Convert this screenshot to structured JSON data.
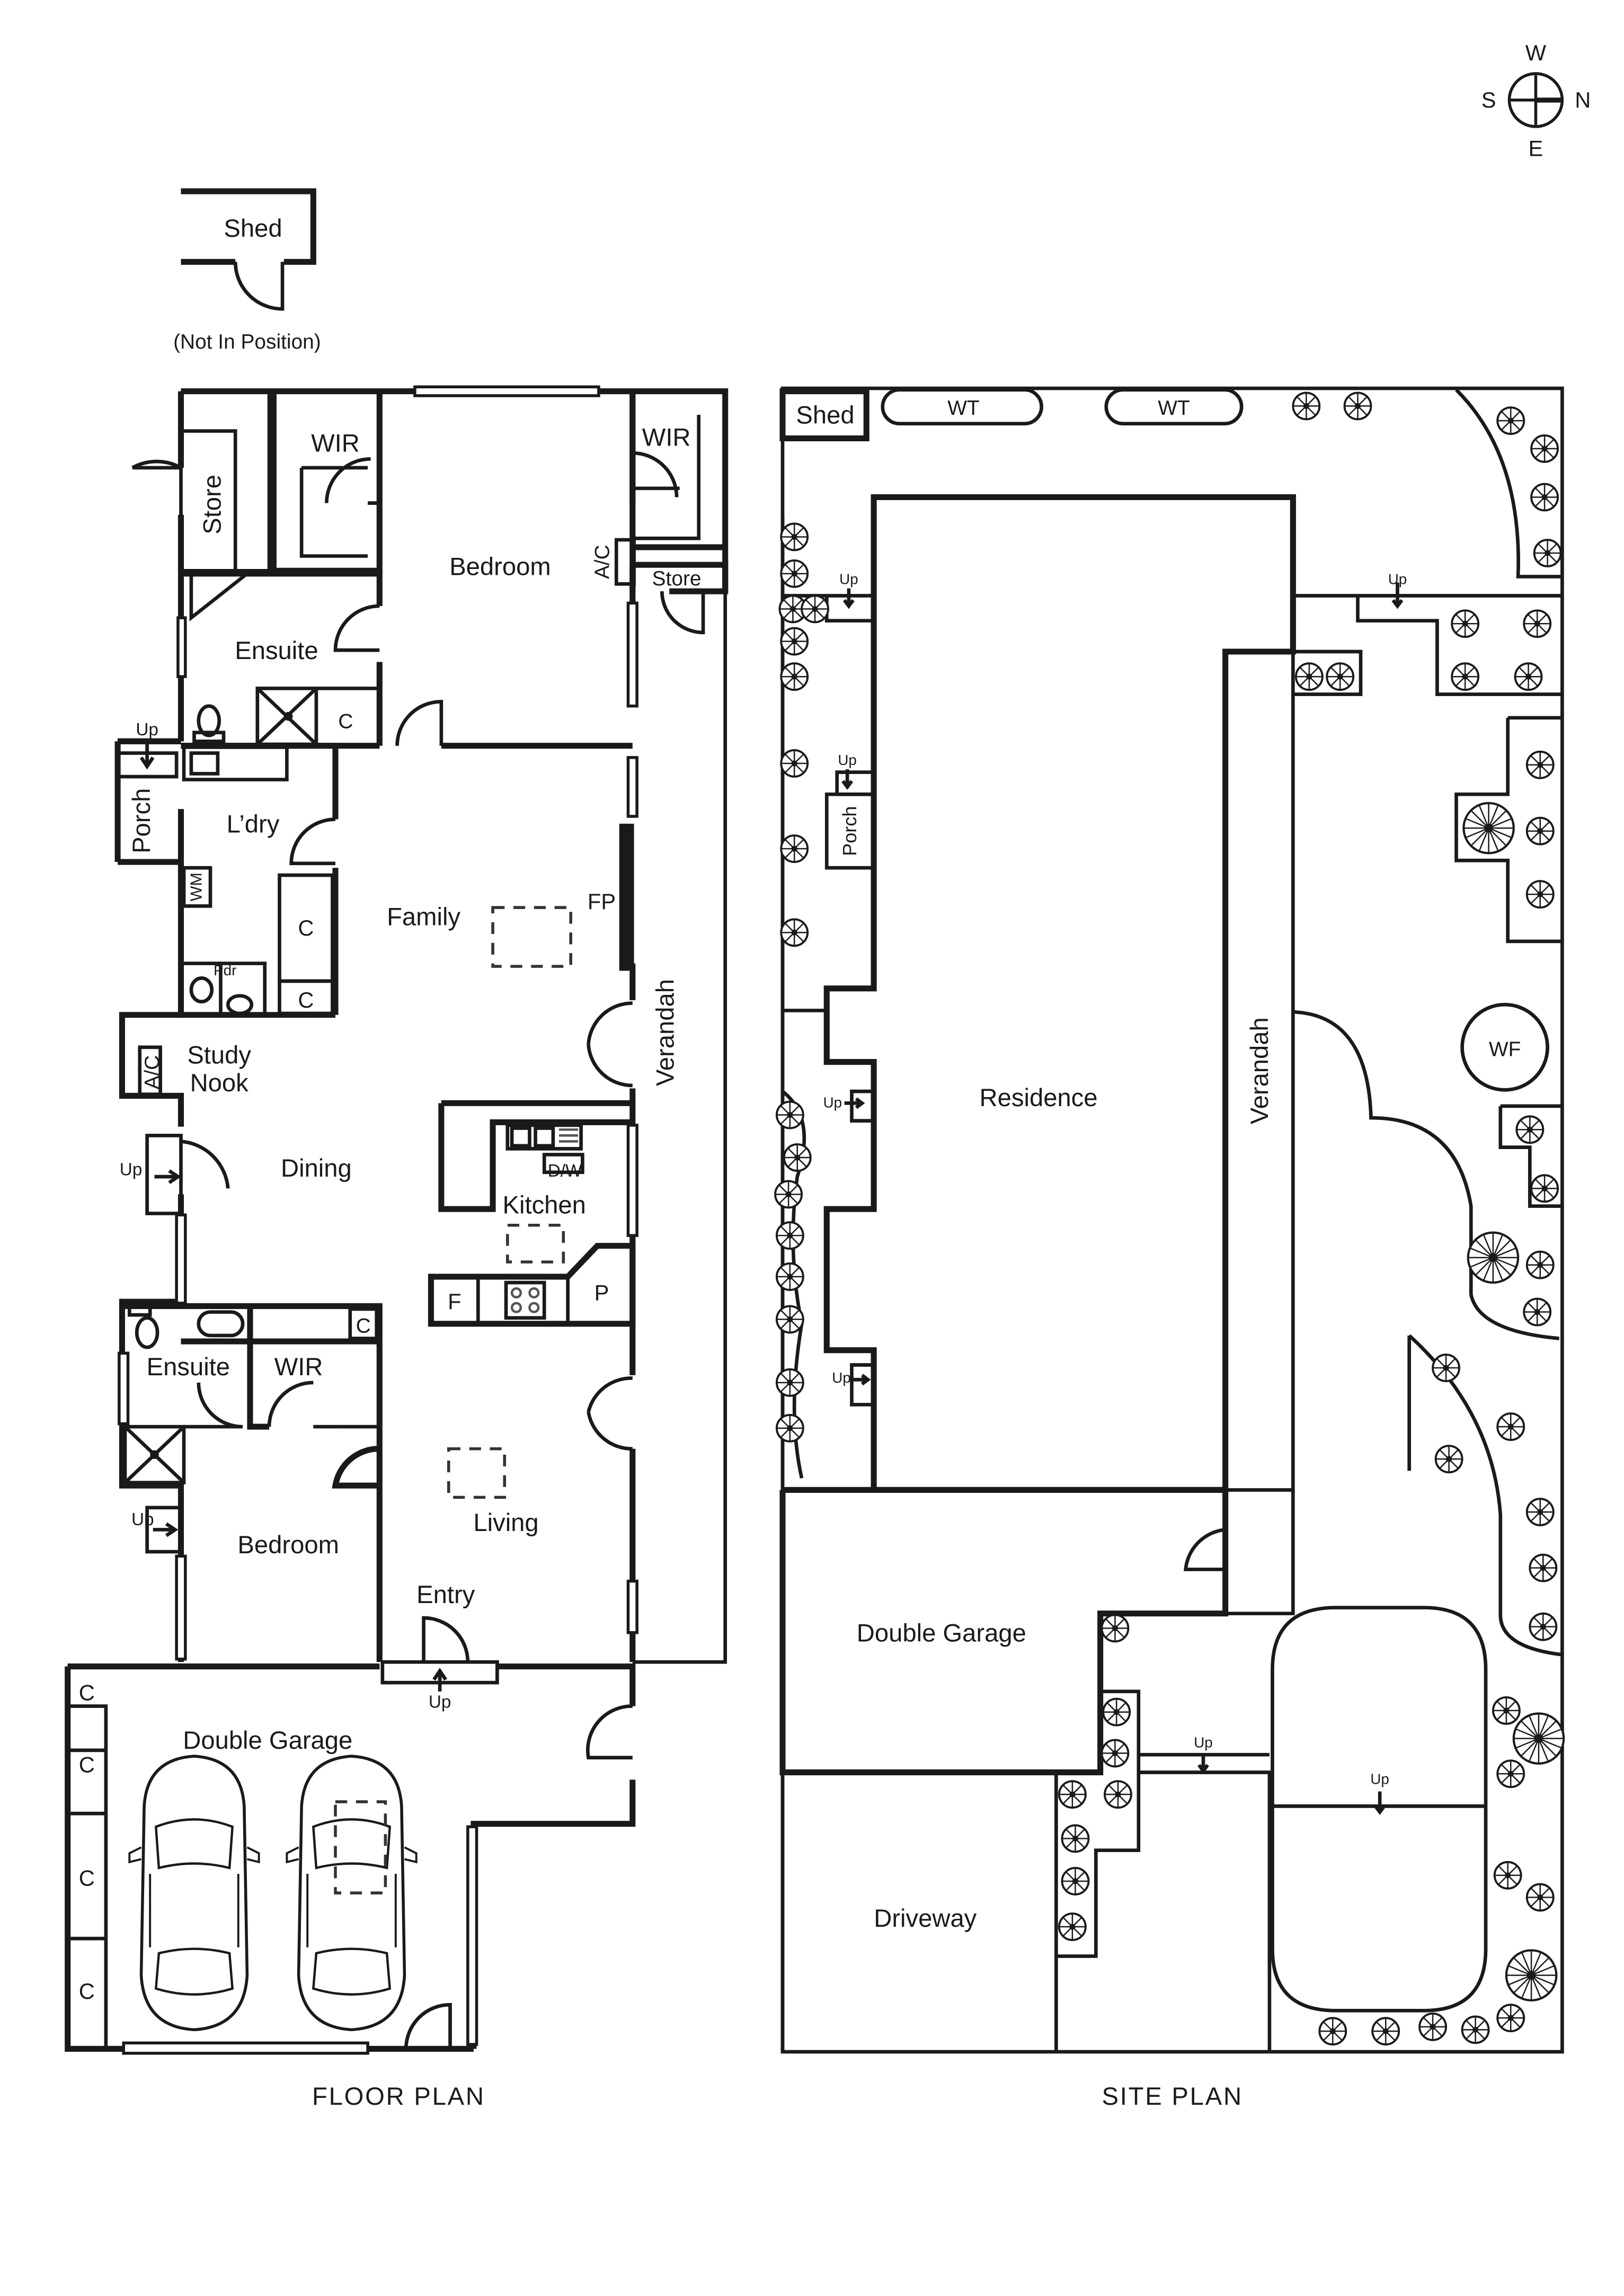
{
  "compass": {
    "n": "N",
    "s": "S",
    "e": "E",
    "w": "W"
  },
  "floor_plan": {
    "title": "FLOOR PLAN",
    "shed": "Shed",
    "shed_note": "(Not In Position)",
    "rooms": {
      "store_top": "Store",
      "wir_left": "WIR",
      "wir_right": "WIR",
      "bedroom_main": "Bedroom",
      "ac_top": "A/C",
      "store_small": "Store",
      "ensuite_top": "Ensuite",
      "c_ensuite": "C",
      "porch": "Porch",
      "laundry": "L’dry",
      "wm": "WM",
      "family": "Family",
      "fp": "FP",
      "c_laundry_1": "C",
      "c_laundry_2": "C",
      "pdr": "Pdr",
      "ac_study": "A/C",
      "study_1": "Study",
      "study_2": "Nook",
      "verandah": "Verandah",
      "dining": "Dining",
      "dw": "D/W",
      "kitchen": "Kitchen",
      "f": "F",
      "p": "P",
      "ensuite_bottom": "Ensuite",
      "wir_bottom": "WIR",
      "c_wir": "C",
      "bedroom_2": "Bedroom",
      "living": "Living",
      "entry": "Entry",
      "double_garage": "Double Garage",
      "gc1": "C",
      "gc2": "C",
      "gc3": "C",
      "gc4": "C"
    },
    "up": {
      "porch": "Up",
      "dining": "Up",
      "bedroom": "Up",
      "entry": "Up"
    }
  },
  "site_plan": {
    "title": "SITE PLAN",
    "shed": "Shed",
    "wt1": "WT",
    "wt2": "WT",
    "residence": "Residence",
    "verandah": "Verandah",
    "porch": "Porch",
    "wf": "WF",
    "double_garage": "Double Garage",
    "driveway": "Driveway",
    "up": {
      "a": "Up",
      "b": "Up",
      "c": "Up",
      "d": "Up",
      "e": "Up",
      "f": "Up",
      "g": "Up"
    }
  }
}
